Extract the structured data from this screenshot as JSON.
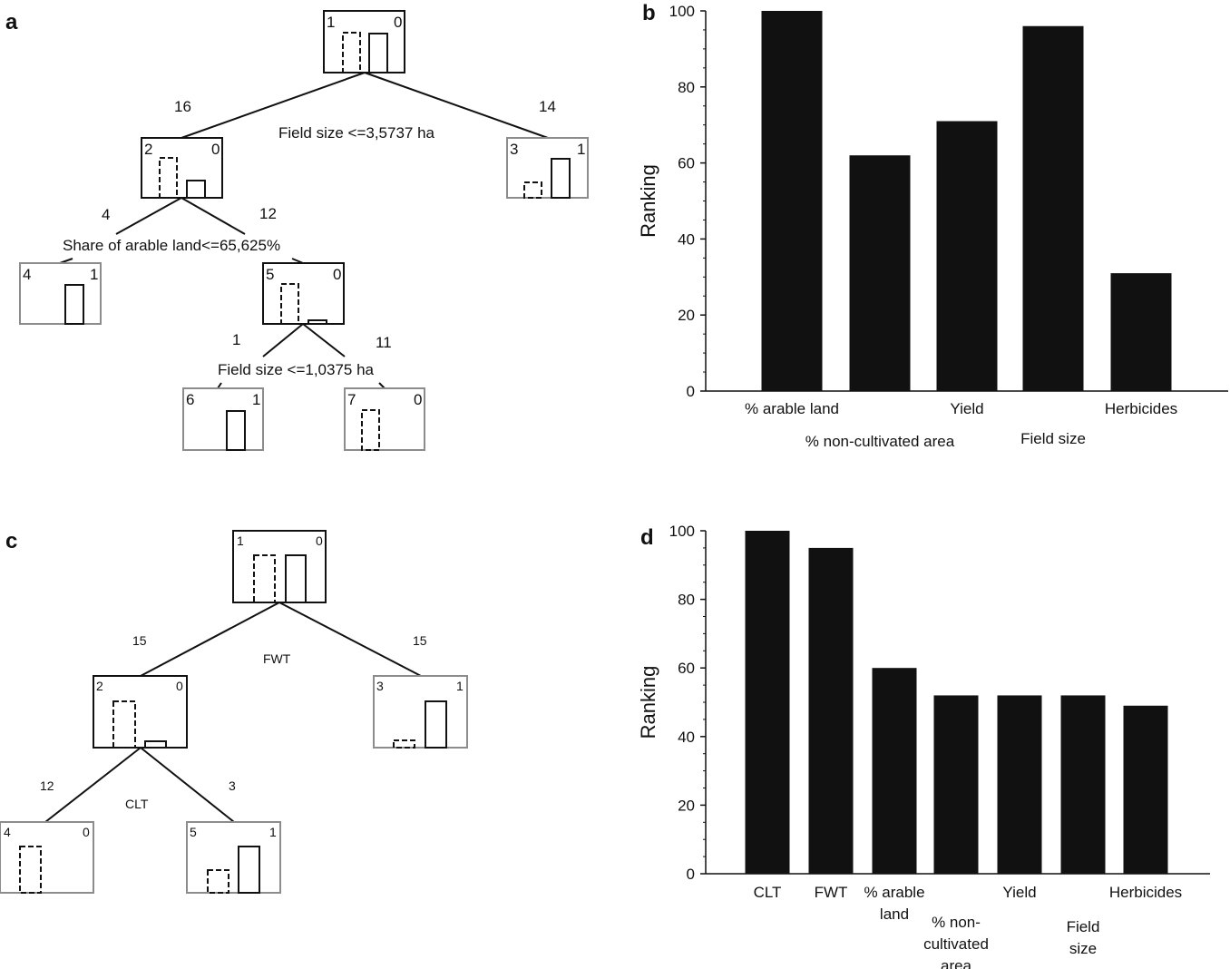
{
  "panels": {
    "a": {
      "letter": "a",
      "nodes": [
        {
          "id": "1",
          "dashed": "0",
          "solid": "0",
          "left_label": "1",
          "right_label": "0"
        },
        {
          "id": "2",
          "left_label": "2",
          "right_label": "0"
        },
        {
          "id": "3",
          "left_label": "3",
          "right_label": "1"
        },
        {
          "id": "4",
          "left_label": "4",
          "right_label": "1"
        },
        {
          "id": "5",
          "left_label": "5",
          "right_label": "0"
        },
        {
          "id": "6",
          "left_label": "6",
          "right_label": "1"
        },
        {
          "id": "7",
          "left_label": "7",
          "right_label": "0"
        }
      ],
      "edge_counts": {
        "n1_left": "16",
        "n1_right": "14",
        "n2_left": "4",
        "n2_right": "12",
        "n5_left": "1",
        "n5_right": "11"
      },
      "splits": {
        "n1": "Field size <=3,5737 ha",
        "n2": "Share of arable land<=65,625%",
        "n5": "Field size <=1,0375 ha"
      }
    },
    "c": {
      "letter": "c",
      "nodes": [
        {
          "id": "1",
          "left_label": "1",
          "right_label": "0"
        },
        {
          "id": "2",
          "left_label": "2",
          "right_label": "0"
        },
        {
          "id": "3",
          "left_label": "3",
          "right_label": "1"
        },
        {
          "id": "4",
          "left_label": "4",
          "right_label": "0"
        },
        {
          "id": "5",
          "left_label": "5",
          "right_label": "1"
        }
      ],
      "edge_counts": {
        "n1_left": "15",
        "n1_right": "15",
        "n2_left": "12",
        "n2_right": "3"
      },
      "splits": {
        "n1": "FWT",
        "n2": "CLT"
      }
    },
    "b": {
      "letter": "b"
    },
    "d": {
      "letter": "d"
    }
  },
  "chart_data": [
    {
      "panel": "b",
      "type": "bar",
      "categories": [
        "% arable land",
        "% non-cultivated area",
        "Yield",
        "Field size",
        "Herbicides"
      ],
      "values": [
        100,
        62,
        71,
        96,
        31
      ],
      "title": "",
      "xlabel": "",
      "ylabel": "Ranking",
      "ylim": [
        0,
        100
      ],
      "yticks": [
        "0",
        "20",
        "40",
        "60",
        "80",
        "100"
      ],
      "bar_color": "#111111",
      "grid": false
    },
    {
      "panel": "d",
      "type": "bar",
      "categories": [
        "CLT",
        "FWT",
        "% arable land",
        "% non-cultivated area",
        "Yield",
        "Field size",
        "Herbicides"
      ],
      "category_lines": [
        [
          "CLT"
        ],
        [
          "FWT"
        ],
        [
          "% arable",
          "land"
        ],
        [
          "% non-",
          "cultivated",
          "area"
        ],
        [
          "Yield"
        ],
        [
          "Field",
          "size"
        ],
        [
          "Herbicides"
        ]
      ],
      "values": [
        100,
        95,
        60,
        52,
        52,
        52,
        49
      ],
      "title": "",
      "xlabel": "",
      "ylabel": "Ranking",
      "ylim": [
        0,
        100
      ],
      "yticks": [
        "0",
        "20",
        "40",
        "60",
        "80",
        "100"
      ],
      "bar_color": "#111111",
      "grid": false
    }
  ]
}
